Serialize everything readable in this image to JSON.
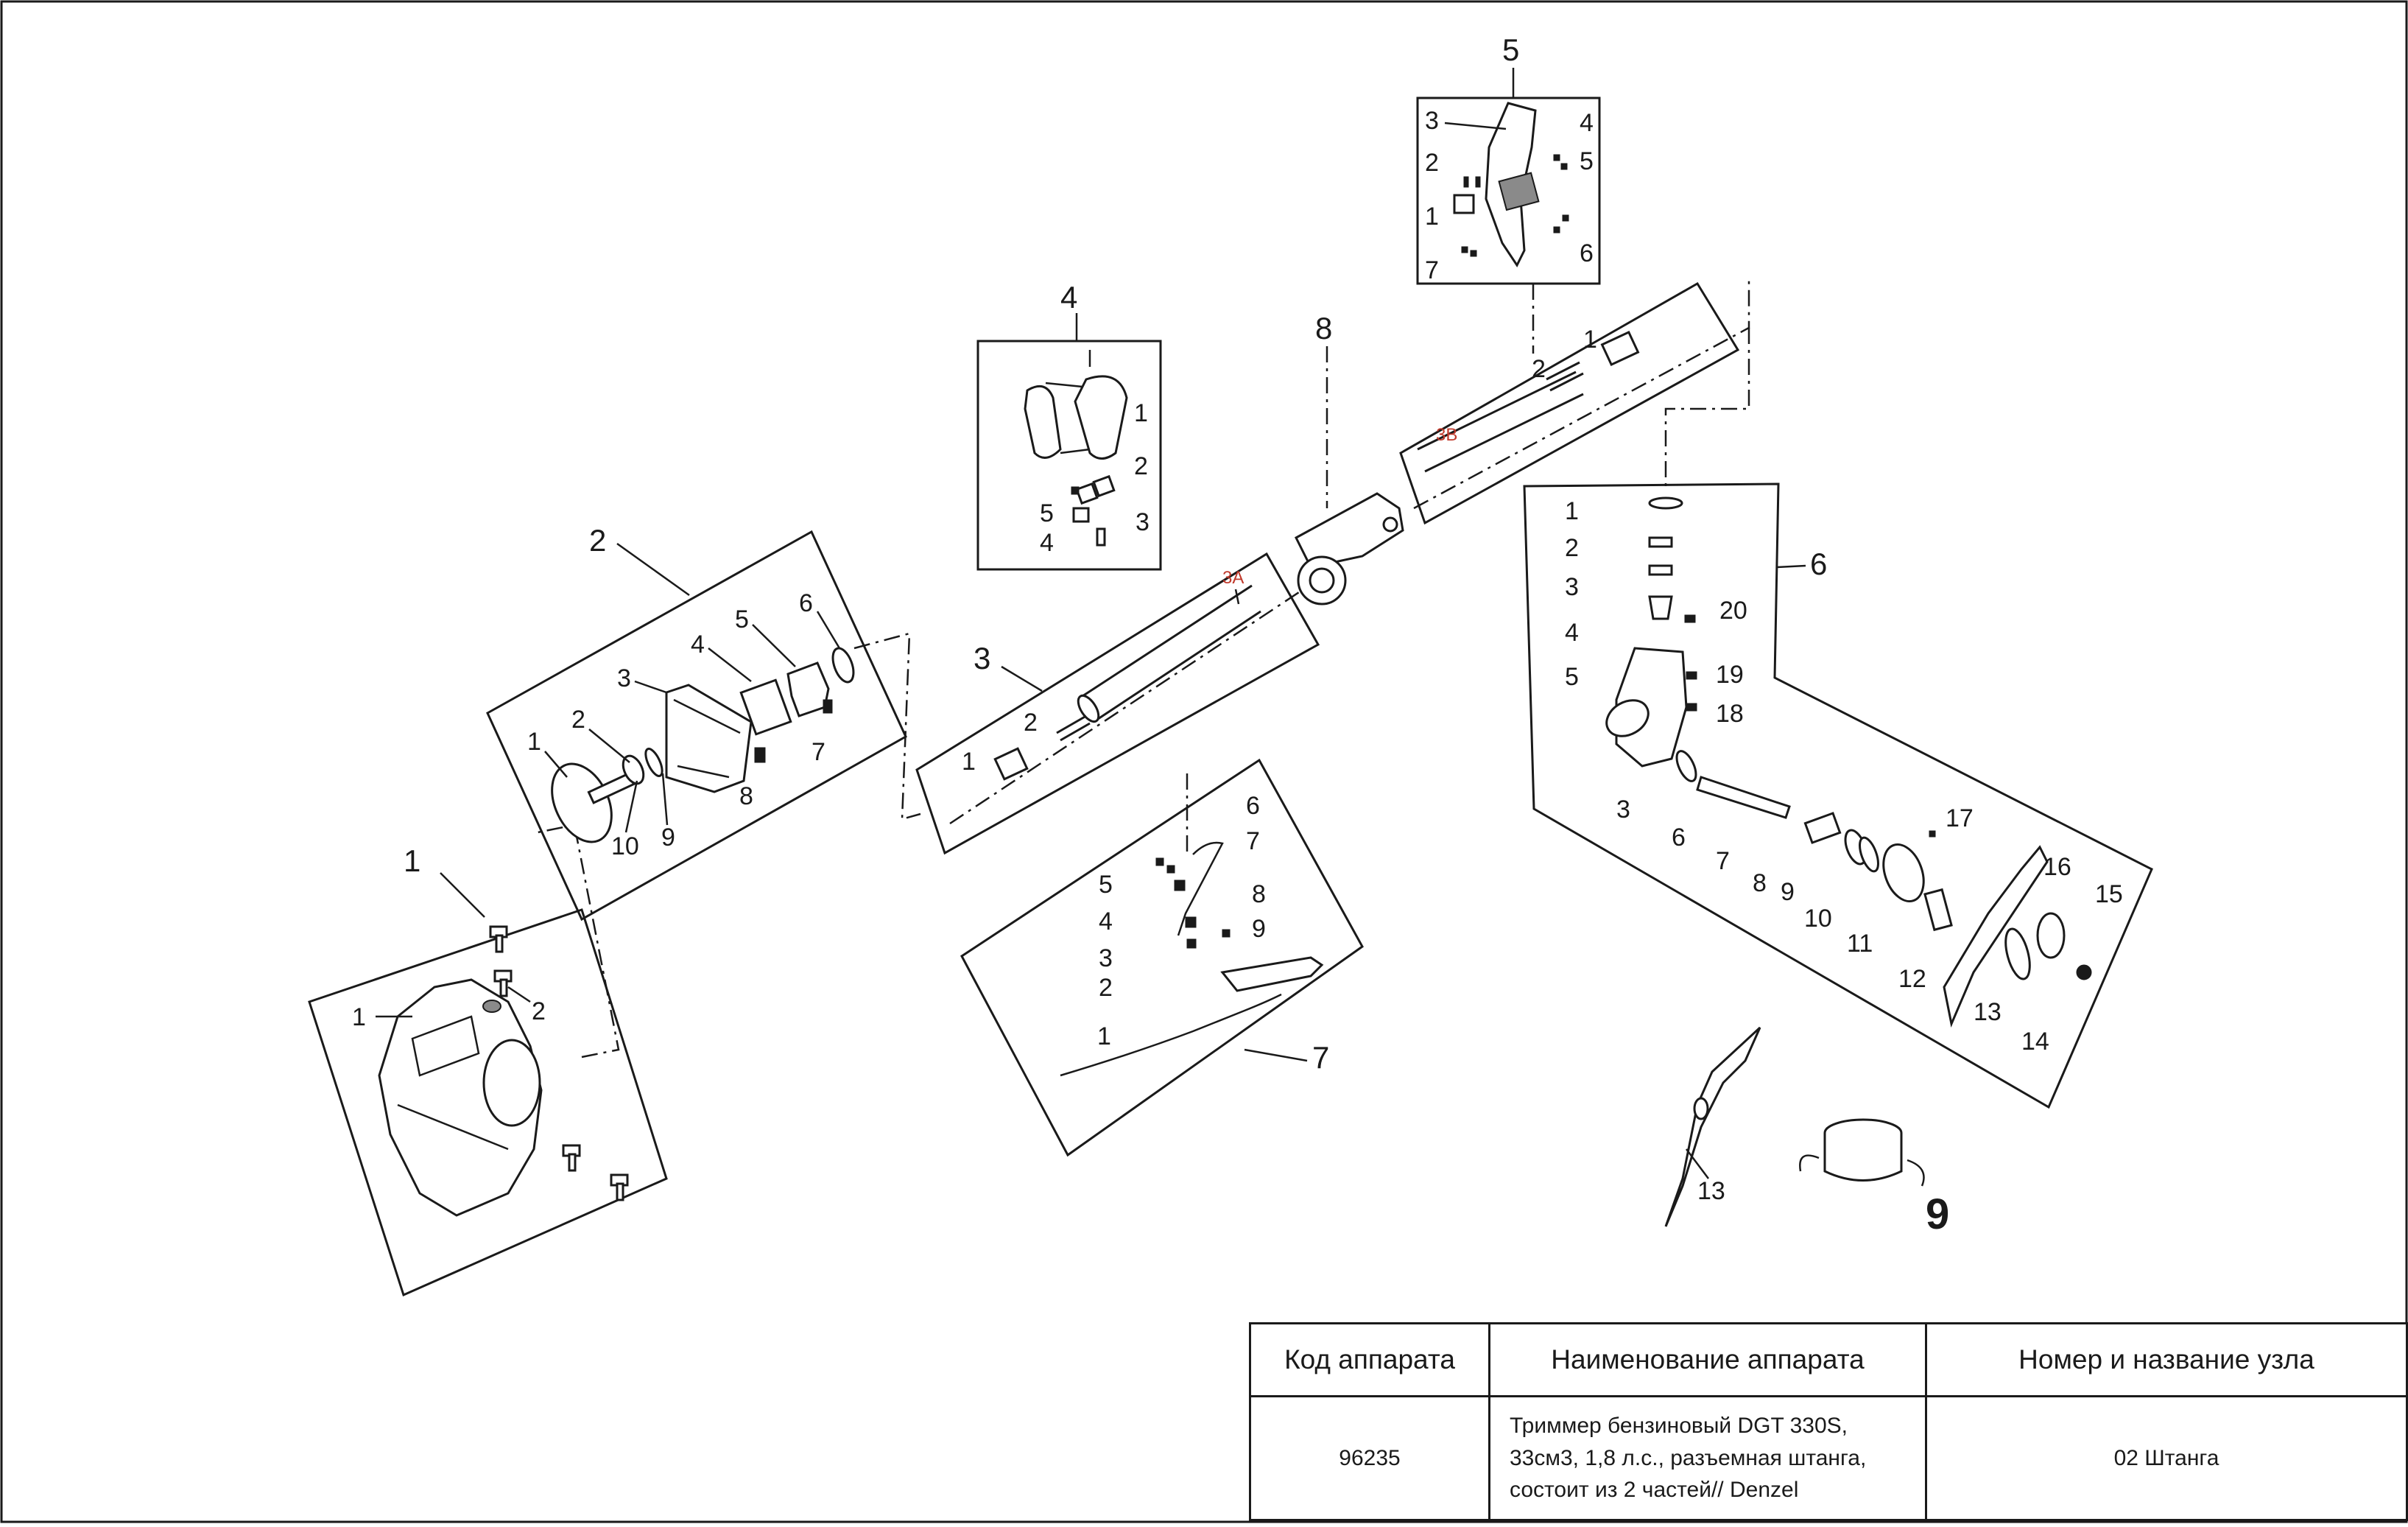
{
  "table": {
    "headers": [
      "Код аппарата",
      "Наименование аппарата",
      "Номер и название узла"
    ],
    "code": "96235",
    "name_lines": [
      "Триммер бензиновый DGT 330S,",
      "33см3, 1,8 л.с., разъемная штанга,",
      "состоит из 2 частей// Denzel"
    ],
    "node": "02 Штанга"
  },
  "callouts": {
    "assembly_1": {
      "number": "1",
      "parts": [
        "1",
        "2"
      ]
    },
    "assembly_2": {
      "number": "2",
      "parts": [
        "1",
        "2",
        "3",
        "4",
        "5",
        "6",
        "7",
        "8",
        "9",
        "10"
      ]
    },
    "assembly_3": {
      "number": "3",
      "parts": [
        "1",
        "2"
      ],
      "tag": "3A"
    },
    "assembly_3b": {
      "tag": "3B",
      "parts": [
        "1",
        "2"
      ]
    },
    "assembly_4": {
      "number": "4",
      "parts": [
        "1",
        "2",
        "3",
        "4",
        "5"
      ]
    },
    "assembly_5": {
      "number": "5",
      "parts": [
        "1",
        "2",
        "3",
        "4",
        "5",
        "6",
        "7"
      ]
    },
    "assembly_6": {
      "number": "6",
      "parts": [
        "1",
        "2",
        "3",
        "4",
        "5",
        "3",
        "6",
        "7",
        "8",
        "9",
        "10",
        "11",
        "12",
        "13",
        "14",
        "15",
        "16",
        "17",
        "18",
        "19",
        "20"
      ]
    },
    "assembly_7": {
      "number": "7",
      "parts": [
        "1",
        "2",
        "3",
        "4",
        "5",
        "6",
        "7",
        "8",
        "9"
      ]
    },
    "handle_8": {
      "number": "8"
    },
    "blade_13": {
      "number": "13"
    },
    "trimmer_head_9": {
      "number": "9"
    }
  }
}
